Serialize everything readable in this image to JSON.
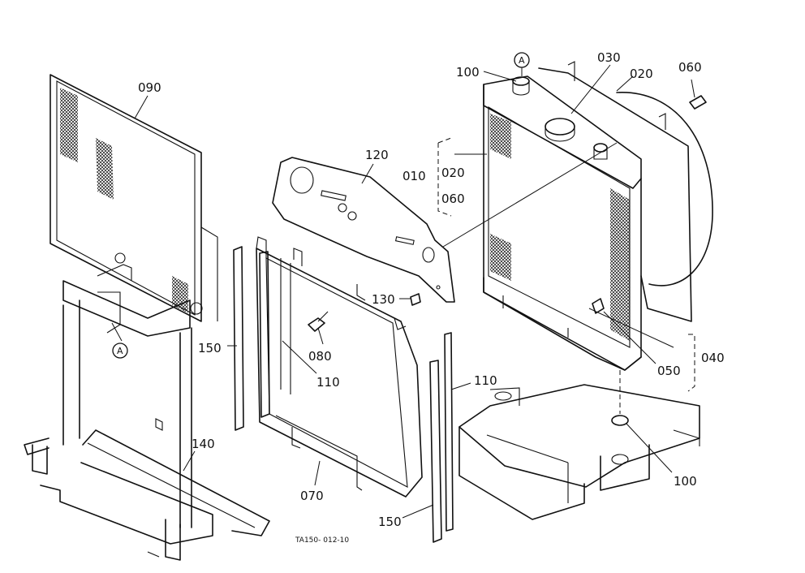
{
  "callouts": {
    "p090": "090",
    "p120": "120",
    "p010": "010",
    "p020a": "020",
    "p060a": "060",
    "p100a": "100",
    "p030": "030",
    "p020b": "020",
    "p060b": "060",
    "p130": "130",
    "p080": "080",
    "p110a": "110",
    "p150a": "150",
    "p140": "140",
    "p070": "070",
    "p110b": "110",
    "p150b": "150",
    "p050": "050",
    "p040": "040",
    "p100b": "100"
  },
  "markers": {
    "top": "A",
    "left": "A"
  },
  "reference": "TA150- 012-10"
}
